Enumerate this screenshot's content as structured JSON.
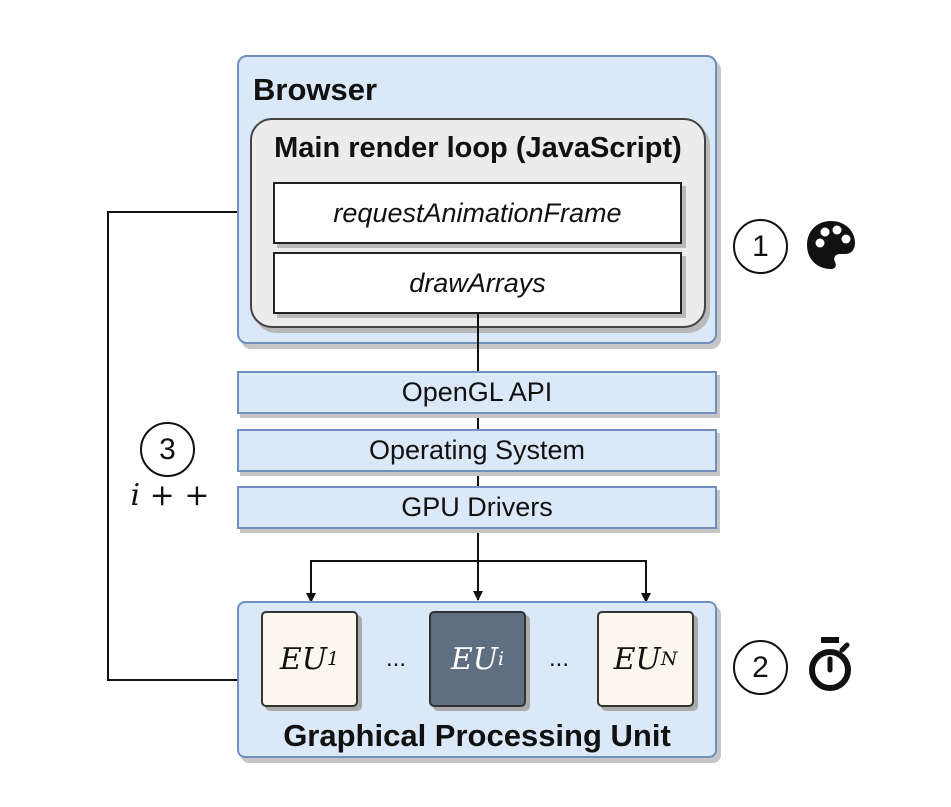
{
  "browser": {
    "title": "Browser"
  },
  "render_loop": {
    "title": "Main render loop (JavaScript)",
    "request_fn": "requestAnimationFrame",
    "draw_fn": "drawArrays"
  },
  "layers": [
    "OpenGL API",
    "Operating System",
    "GPU Drivers"
  ],
  "gpu": {
    "title": "Graphical Processing Unit",
    "units": [
      {
        "base": "EU",
        "sub": "1"
      },
      {
        "base": "EU",
        "sub": "i"
      },
      {
        "base": "EU",
        "sub": "N"
      }
    ],
    "ellipsis": "..."
  },
  "steps": [
    {
      "number": "1",
      "icon": "palette-icon"
    },
    {
      "number": "2",
      "icon": "stopwatch-icon"
    },
    {
      "number": "3",
      "label": "i + +"
    }
  ]
}
